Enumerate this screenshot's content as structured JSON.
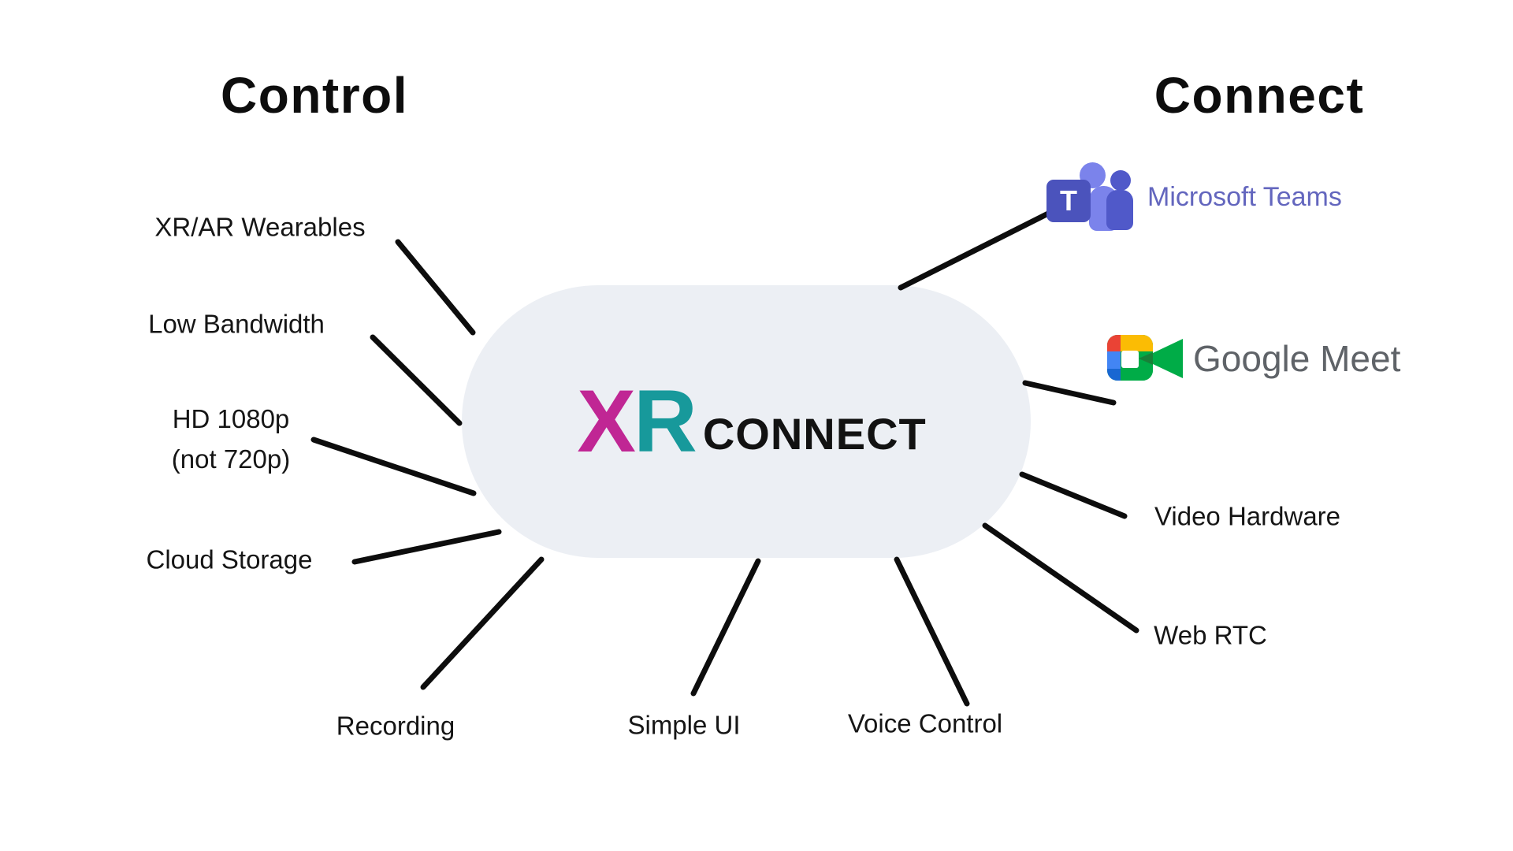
{
  "headings": {
    "control": "Control",
    "connect": "Connect"
  },
  "logo": {
    "x": "X",
    "r": "R",
    "connect": "CONNECT",
    "colors": {
      "x": "#C02694",
      "r": "#17999B",
      "connect": "#121212",
      "pill": "#ECEFF4"
    }
  },
  "features": [
    {
      "id": "xr-wearables",
      "label": "XR/AR Wearables"
    },
    {
      "id": "low-bandwidth",
      "label": "Low Bandwidth"
    },
    {
      "id": "hd-1080p",
      "label": "HD 1080p\n(not 720p)"
    },
    {
      "id": "cloud-storage",
      "label": "Cloud Storage"
    },
    {
      "id": "recording",
      "label": "Recording"
    },
    {
      "id": "simple-ui",
      "label": "Simple UI"
    },
    {
      "id": "voice-control",
      "label": "Voice Control"
    },
    {
      "id": "video-hardware",
      "label": "Video Hardware"
    },
    {
      "id": "web-rtc",
      "label": "Web RTC"
    }
  ],
  "integrations": {
    "teams": {
      "label": "Microsoft Teams",
      "t_letter": "T",
      "text_color": "#6366BE",
      "icon_colors": {
        "tile": "#4B53BC",
        "person_light": "#7B83EB",
        "person_mid": "#5059C9",
        "letter": "#FFFFFF"
      }
    },
    "meet": {
      "label": "Google Meet",
      "text_color": "#5F6368",
      "icon_colors": {
        "red": "#EA4335",
        "yellow": "#FBBC04",
        "blue": "#4285F4",
        "dark_blue": "#1967D2",
        "green": "#00AC47",
        "dark_green": "#188038"
      }
    }
  },
  "line_color": "#0D0D0D"
}
